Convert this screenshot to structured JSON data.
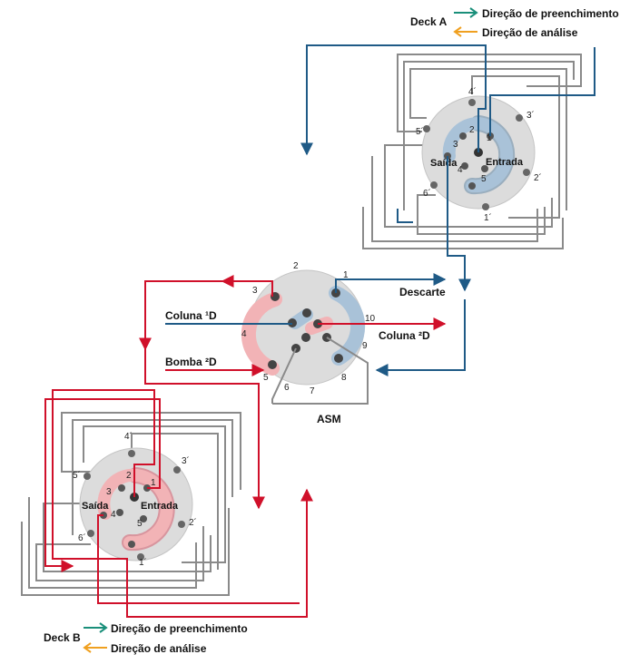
{
  "legend_a": {
    "deck": "Deck A",
    "fill": "Direção de preenchimento",
    "analysis": "Direção de análise",
    "fill_color": "#1a8f7a",
    "analysis_color": "#f0a020"
  },
  "legend_b": {
    "deck": "Deck B",
    "fill": "Direção de preenchimento",
    "analysis": "Direção de análise",
    "fill_color": "#1a8f7a",
    "analysis_color": "#f0a020"
  },
  "asm": {
    "name": "ASM",
    "ports": [
      "1",
      "2",
      "3",
      "4",
      "5",
      "6",
      "7",
      "8",
      "9",
      "10"
    ],
    "labels": {
      "waste": "Descarte",
      "column_1d": "Coluna ¹D",
      "pump_2d": "Bomba ²D",
      "column_2d": "Coluna ²D"
    }
  },
  "deck_a_valve": {
    "outlet": "Saída",
    "inlet": "Entrada",
    "inner_ports": [
      "1",
      "2",
      "3",
      "4",
      "5"
    ],
    "outer_ports": [
      "1´",
      "2´",
      "3´",
      "4´",
      "5´",
      "6´"
    ]
  },
  "deck_b_valve": {
    "outlet": "Saída",
    "inlet": "Entrada",
    "inner_ports": [
      "1",
      "2",
      "3",
      "4",
      "5"
    ],
    "outer_ports": [
      "1´",
      "2´",
      "3´",
      "4´",
      "5´",
      "6´"
    ]
  },
  "colors": {
    "blue": "#1f5a86",
    "red": "#d0102a",
    "gray": "#8a8a8a",
    "valve_fill": "#dcdcdc",
    "blue_groove": "#a9c2d8",
    "red_groove": "#f2b3b6"
  }
}
